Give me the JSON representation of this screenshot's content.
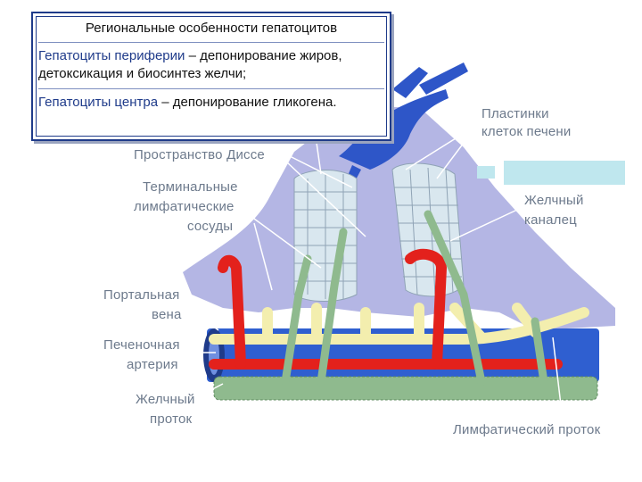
{
  "callout": {
    "title": "Региональные особенности гепатоцитов",
    "periphery_term": "Гепатоциты периферии",
    "periphery_text": " – депонирование жиров, детоксикация и биосинтез желчи;",
    "center_term": "Гепатоциты центра",
    "center_text": " – депонирование гликогена."
  },
  "labels": {
    "plates_line1": "Пластинки",
    "plates_line2": "клеток печени",
    "disse": "Пространство Диссе",
    "lymph_line1": "Терминальные",
    "lymph_line2": "лимфатические",
    "lymph_line3": "сосуды",
    "bile_canal_line1": "Желчный",
    "bile_canal_line2": "каналец",
    "portal_line1": "Портальная",
    "portal_line2": "вена",
    "artery_line1": "Печеночная",
    "artery_line2": "артерия",
    "bile_duct_line1": "Желчный",
    "bile_duct_line2": "проток",
    "lymph_duct": "Лимфатический проток"
  },
  "colors": {
    "central_vein": "#2e56c8",
    "sinusoid_lavender": "#a7a9df",
    "hepatocyte_plate": "#d9e7ef",
    "portal_vein_blue": "#2f5fd0",
    "artery_red": "#e3211c",
    "bile_yellow": "#f3eeae",
    "lymph_green": "#8fba8e",
    "label_gray": "#6d7a8c",
    "callout_border": "#1f3b8a",
    "accent_cyan": "#bfe7ee"
  }
}
